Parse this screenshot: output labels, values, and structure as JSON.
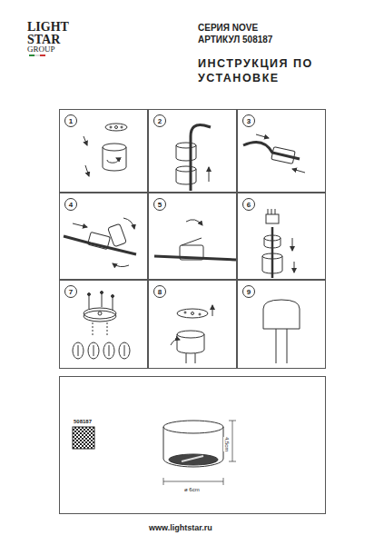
{
  "diagram": {
    "title": "ИНСТРУКЦИЯ ПО УСТАНОВКЕ",
    "nodes": [
      {
        "text": [
          "1"
        ]
      },
      {
        "text": [
          "2"
        ]
      },
      {
        "text": [
          "3"
        ]
      },
      {
        "text": [
          "4"
        ]
      },
      {
        "text": [
          "5"
        ]
      },
      {
        "text": [
          "6"
        ]
      },
      {
        "text": [
          "7"
        ]
      },
      {
        "text": [
          "8"
        ]
      },
      {
        "text": [
          "9"
        ]
      },
      {
        "text": [
          "508187"
        ]
      }
    ],
    "edges": [],
    "labels": [
      "LIGHT",
      "STAR",
      "GROUP",
      "СЕРИЯ NOVE",
      "АРТИКУЛ 508187",
      "4,5cm",
      "ø 6cm",
      "www.lightstar.ru"
    ]
  }
}
